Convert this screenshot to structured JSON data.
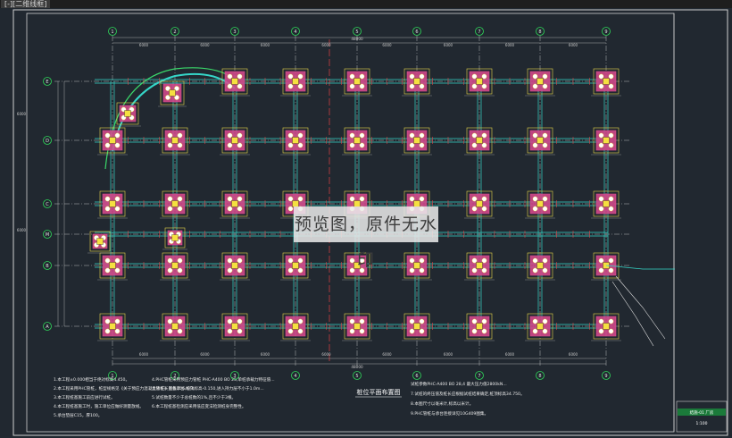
{
  "window": {
    "tab_label": "[-][二维线框]"
  },
  "drawing": {
    "axis_labels_x": [
      "1",
      "2",
      "3",
      "4",
      "5",
      "6",
      "7",
      "8",
      "9"
    ],
    "axis_labels_y": [
      "E",
      "D",
      "C",
      "M",
      "B",
      "A"
    ],
    "total_dimension": "48000",
    "bay_dimension": "6000",
    "plan_title": "桩位平面布置图",
    "notes_col1": [
      "1.本工程±0.000相当于绝对标高4.450。",
      "2.本工程采用PHC管桩，桩型规格见《关于预应力混凝土管桩》图集10G409。",
      "3.本工程桩基施工前应进行试桩。",
      "4.本工程桩基施工时，施工单位应做好测量放线。",
      "5.承台垫层C15，厚100。"
    ],
    "notes_col2": [
      "4.PHC管桩采用预应力管桩 PHC-A400 BO 25,单桩承载力特征值...",
      "具体桩长见各承台,桩顶标高-0.150,进入持力层不小于1.0m...",
      "5.试桩数量不少于总桩数的1%,且不少于3根。",
      "6.本工程桩基检测应采用低应变法检测桩身完整性。"
    ],
    "notes_col3": [
      "试桩参数PHC-A400 BO 28,4 最大压力值2800kN...",
      "7.试桩的终压值及桩长应根据试桩结果确定,桩顶标高34.750。",
      "8.本图尺寸以毫米计,标高以米计。",
      "9.PHC管桩与承台连接详见10G409图集。"
    ],
    "watermark": "预览图，原件无水印",
    "title_block": {
      "project": "厂房",
      "drawing_no": "结施-01",
      "scale": "1:100"
    }
  },
  "colors": {
    "background": "#212830",
    "grid_axis": "#e0e0e0",
    "axis_circle": "#2fd85a",
    "beam": "#35d6c8",
    "pile_cap": "#d94a8e",
    "pile_cap_outline": "#e8d84a",
    "column": "#f5e040",
    "dimension": "#c8c8c8",
    "center_line": "#ff4444"
  }
}
